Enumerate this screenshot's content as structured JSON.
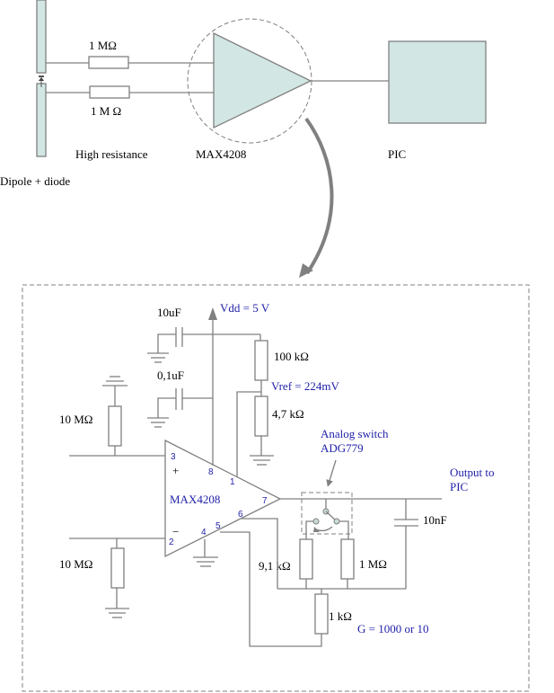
{
  "overview": {
    "dipole_label": "Dipole + diode",
    "resistor_top_label": "1 MΩ",
    "resistor_bottom_label": "1 M Ω",
    "high_resistance_label": "High resistance",
    "amp_label": "MAX4208",
    "pic_label": "PIC"
  },
  "detail": {
    "vdd_label": "Vdd = 5 V",
    "cap1_label": "10uF",
    "cap2_label": "0,1uF",
    "r100k_label": "100 kΩ",
    "vref_label": "Vref  = 224mV",
    "r4k7_label": "4,7 kΩ",
    "r10m_top_label": "10 MΩ",
    "r10m_bottom_label": "10 MΩ",
    "amp_name": "MAX4208",
    "plus_sign": "+",
    "minus_sign": "−",
    "pins": {
      "p1": "1",
      "p2": "2",
      "p3": "3",
      "p4": "4",
      "p5": "5",
      "p6": "6",
      "p7": "7",
      "p8": "8"
    },
    "switch_label_line1": "Analog switch",
    "switch_label_line2": "ADG779",
    "output_label_line1": "Output to",
    "output_label_line2": "PIC",
    "cap_out_label": "10nF",
    "r9k1_label": "9,1 kΩ",
    "r1m_label": "1 MΩ",
    "r1k_label": "1 kΩ",
    "gain_label": "G = 1000 or 10"
  }
}
